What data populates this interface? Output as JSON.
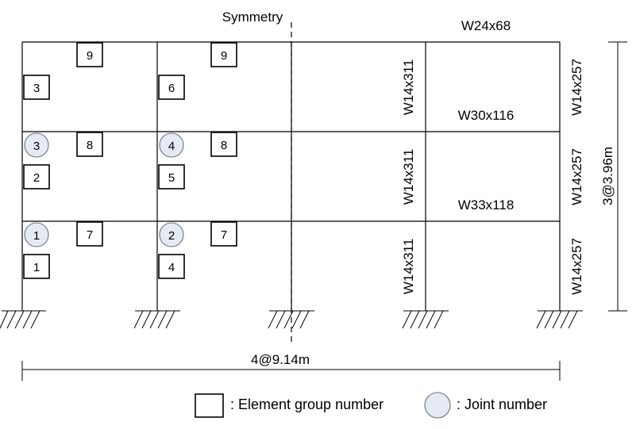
{
  "symmetry_label": "Symmetry",
  "span_label": "4@9.14m",
  "height_label": "3@3.96m",
  "beam_sections": {
    "roof": "W24x68",
    "third": "W30x116",
    "second": "W33x118"
  },
  "column_sections": {
    "interior": [
      "W14x311",
      "W14x311",
      "W14x311"
    ],
    "exterior": [
      "W14x257",
      "W14x257",
      "W14x257"
    ]
  },
  "element_groups": {
    "col_line_1": [
      "3",
      "2",
      "1"
    ],
    "col_line_2": [
      "6",
      "5",
      "4"
    ],
    "beams_bay_1": [
      "9",
      "8",
      "7"
    ],
    "beams_bay_2": [
      "9",
      "8",
      "7"
    ]
  },
  "joints": {
    "col_line_1": [
      "3",
      "1"
    ],
    "col_line_2": [
      "4",
      "2"
    ]
  },
  "legend": {
    "element_group": ": Element group number",
    "joint": ": Joint number"
  }
}
